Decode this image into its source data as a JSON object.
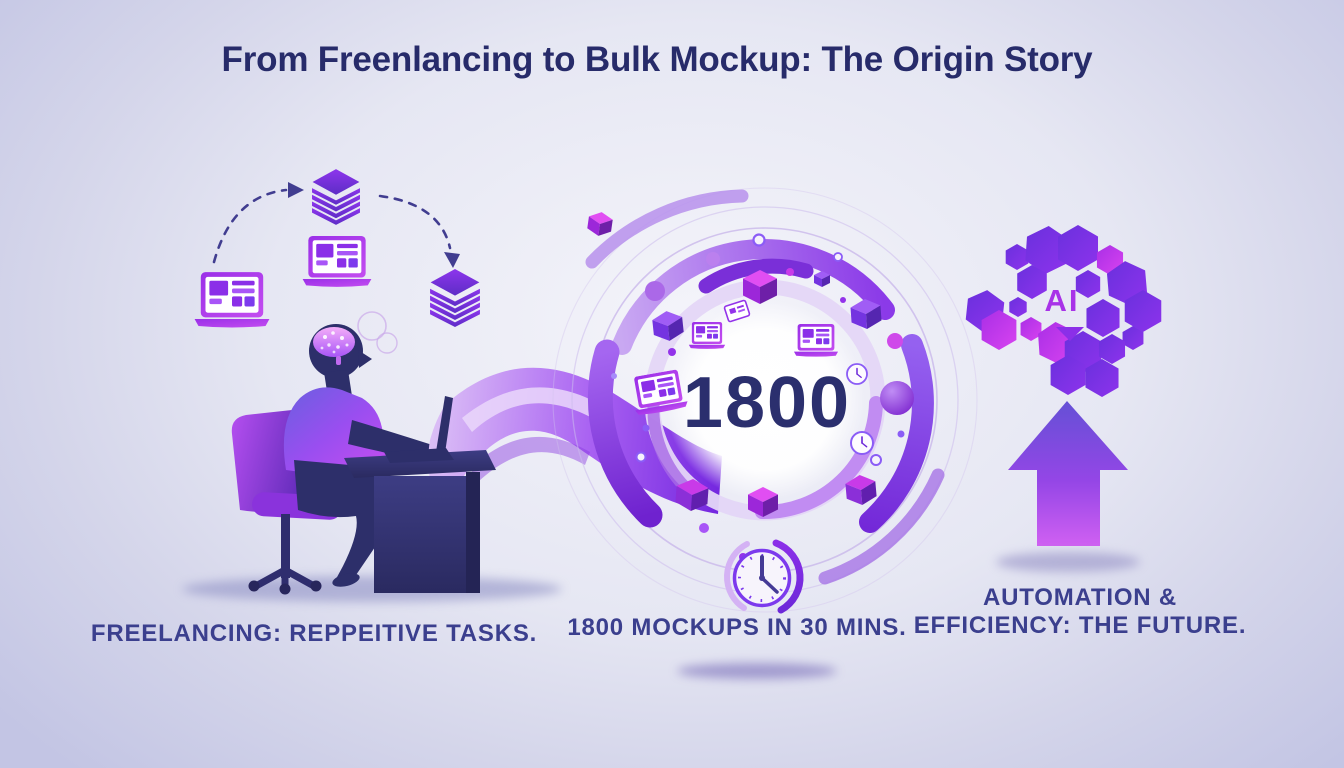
{
  "title": "From Freenlancing to Bulk Mockup: The Origin Story",
  "stages": {
    "freelancing": {
      "caption": "FREELANCING: REPPEITIVE TASKS."
    },
    "bulk_mockup": {
      "count": "1800",
      "caption": "1800 MOCKUPS IN 30 MINS."
    },
    "future": {
      "ai_label": "AI",
      "caption_line1": "AUTOMATION &",
      "caption_line2": "EFFICIENCY: THE FUTURE."
    }
  },
  "colors": {
    "heading": "#272b6a",
    "caption": "#3b3f8e",
    "count": "#2b2f6e",
    "ai": "#a832e8",
    "accent-purple": "#7c3aed",
    "accent-magenta": "#c935ee",
    "bg-center": "#f4f4fa",
    "bg-edge": "#c3c5e4"
  }
}
